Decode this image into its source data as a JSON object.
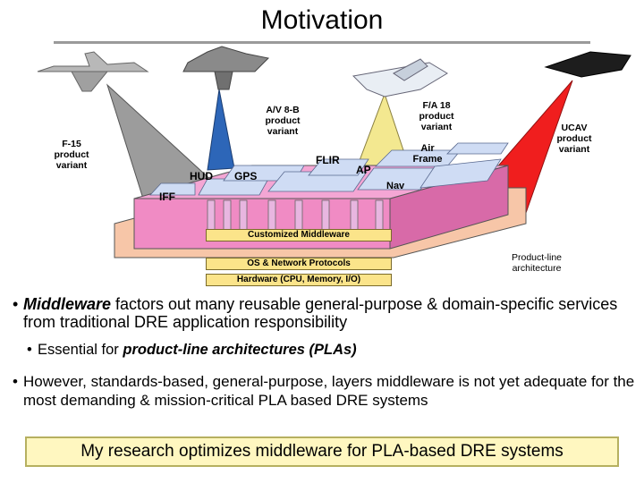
{
  "title": "Motivation",
  "variants": {
    "f15": "F-15 product variant",
    "av8b": "A/V 8-B product variant",
    "fa18": "F/A 18 product variant",
    "ucav": "UCAV product variant"
  },
  "components": {
    "hud": "HUD",
    "gps": "GPS",
    "flir": "FLIR",
    "ap": "AP",
    "air_frame": "Air Frame",
    "nav": "Nav",
    "iff": "IFF"
  },
  "layers": {
    "customized_middleware": "Customized Middleware",
    "os_network": "OS & Network Protocols",
    "hardware": "Hardware (CPU, Memory, I/O)"
  },
  "product_line_label": "Product-line architecture",
  "bullets": {
    "b1_em": "Middleware",
    "b1_text": " factors out many reusable general-purpose & domain-specific services from traditional DRE application responsibility",
    "b2_prefix": "Essential for ",
    "b2_em": "product-line architectures (PLAs)",
    "b3_text": "However, standards-based, general-purpose, layers middleware is not yet adequate for the most demanding & mission-critical PLA based DRE systems"
  },
  "callout": "My research optimizes middleware for PLA-based DRE systems",
  "colors": {
    "pink": "#f08bc4",
    "pink_dark": "#c05a94",
    "peach": "#f7c6a8",
    "blue_component": "#cfdcf4",
    "cone_gray": "#9c9c9c",
    "cone_blue": "#2d66b8",
    "cone_yellow": "#f3e890",
    "cone_red": "#f01e1e"
  }
}
